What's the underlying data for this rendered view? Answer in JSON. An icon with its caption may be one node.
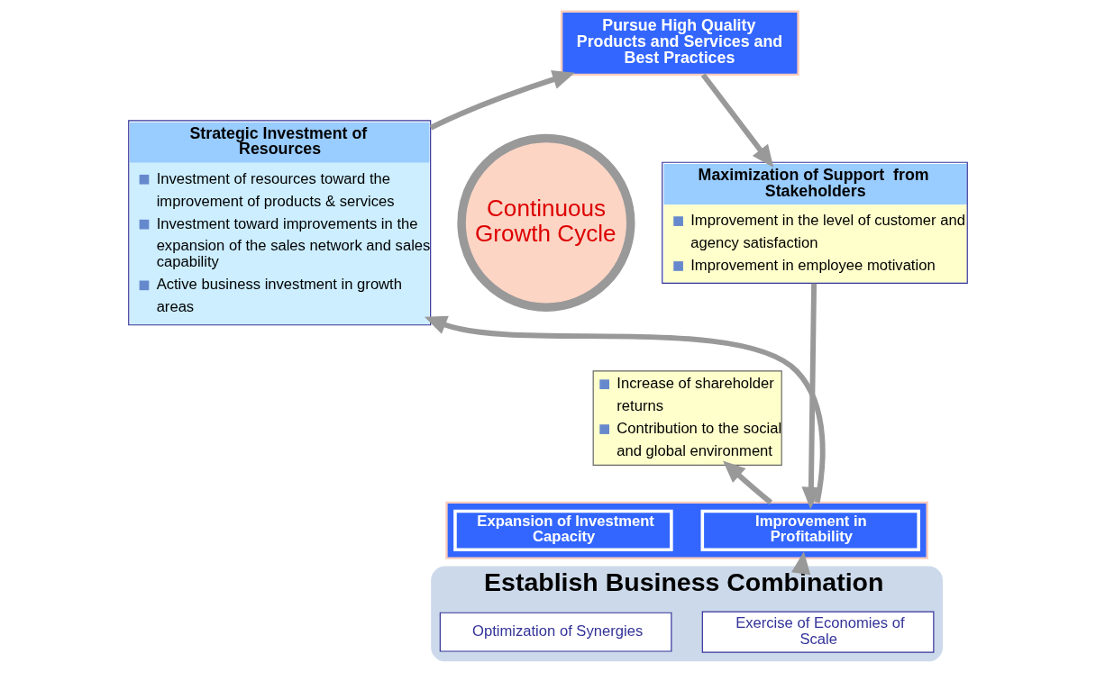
{
  "diagram": {
    "nodes": [
      {
        "text": [
          "Pursue High Quality Products and Services and Best Practices"
        ]
      },
      {
        "text": [
          "Strategic Investment of Resources",
          "Investment of resources toward the improvement of products & services",
          "Investment toward improvements in the expansion of the sales network and sales capability",
          "Active business investment in growth areas"
        ]
      },
      {
        "text": [
          "Maximization of Support  from Stakeholders",
          "Improvement in the level of customer and agency satisfaction",
          "Improvement in employee motivation"
        ]
      },
      {
        "text": [
          "Increase of shareholder returns",
          "Contribution to the social and global environment"
        ]
      },
      {
        "text": [
          "Continuous Growth Cycle"
        ]
      },
      {
        "text": [],
        "shape": "box"
      },
      {
        "text": [
          "Expansion of Investment Capacity"
        ],
        "in": 5
      },
      {
        "text": [
          "Improvement in Profitability"
        ],
        "in": 5
      },
      {
        "text": [
          "Establish Business Combination"
        ]
      },
      {
        "text": [
          "Optimization of Synergies"
        ],
        "in": 8
      },
      {
        "text": [
          "Exercise of Economies of Scale"
        ],
        "in": 8
      }
    ],
    "edges": [
      {
        "from": 1,
        "to": 0,
        "arrow": "to"
      },
      {
        "from": 0,
        "to": 2,
        "arrow": "to"
      },
      {
        "from": 2,
        "to": 5,
        "arrow": "to"
      },
      {
        "from": 5,
        "to": 1,
        "arrow": "to"
      },
      {
        "from": 5,
        "to": 3,
        "arrow": "to"
      },
      {
        "from": 8,
        "to": 5,
        "arrow": "to"
      }
    ]
  }
}
